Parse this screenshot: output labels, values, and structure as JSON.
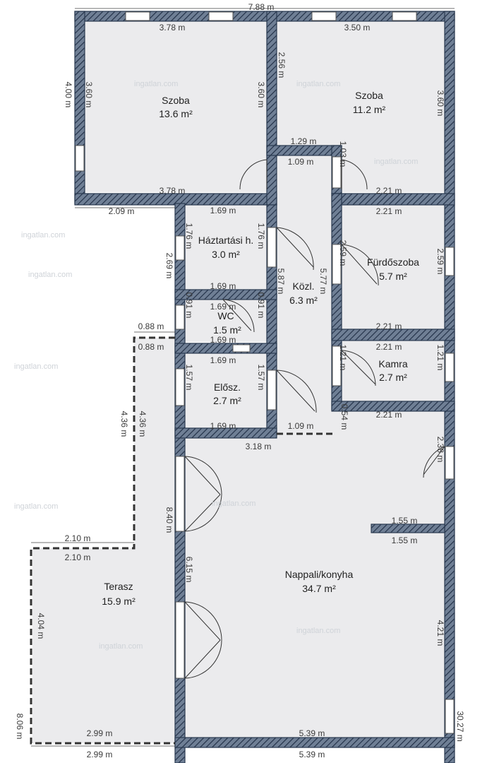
{
  "plan": {
    "overall_width": "7.88 m",
    "overall_height": "30.27 m",
    "left_total": "8.06 m",
    "watermark": "ingatlan.com",
    "colors": {
      "wall": "#5a6b82",
      "hatch": "#1f2d44",
      "floor": "#ebebed",
      "terrace_border": "#333333"
    }
  },
  "rooms": [
    {
      "id": "szoba1",
      "name": "Szoba",
      "area": "13.6 m²"
    },
    {
      "id": "szoba2",
      "name": "Szoba",
      "area": "11.2 m²"
    },
    {
      "id": "haztartasi",
      "name": "Háztartási h.",
      "area": "3.0 m²"
    },
    {
      "id": "kozl",
      "name": "Közl.",
      "area": "6.3 m²"
    },
    {
      "id": "furdo",
      "name": "Fürdőszoba",
      "area": "5.7 m²"
    },
    {
      "id": "wc",
      "name": "WC",
      "area": "1.5 m²"
    },
    {
      "id": "kamra",
      "name": "Kamra",
      "area": "2.7 m²"
    },
    {
      "id": "elosz",
      "name": "Elősz.",
      "area": "2.7 m²"
    },
    {
      "id": "nappali",
      "name": "Nappali/konyha",
      "area": "34.7 m²"
    },
    {
      "id": "terasz",
      "name": "Terasz",
      "area": "15.9 m²"
    }
  ],
  "dims": {
    "d378a": "3.78 m",
    "d350": "3.50 m",
    "d360a": "3.60 m",
    "d400": "4.00 m",
    "d360b": "3.60 m",
    "d256": "2.56 m",
    "d360c": "3.60 m",
    "d129": "1.29 m",
    "d109a": "1.09 m",
    "d103": "1.03 m",
    "d378b": "3.78 m",
    "d221a": "2.21 m",
    "d209": "2.09 m",
    "d169a": "1.69 m",
    "d221b": "2.21 m",
    "d176a": "1.76 m",
    "d176b": "1.76 m",
    "d259a": "2.59 m",
    "d259b": "2.59 m",
    "d269": "2.69 m",
    "d169b": "1.69 m",
    "d587": "5.87 m",
    "d577": "5.77 m",
    "d169c": "1.69 m",
    "d091a": "0.91 m",
    "d091b": "0.91 m",
    "d088a": "0.88 m",
    "d221c": "2.21 m",
    "d088b": "0.88 m",
    "d169d": "1.69 m",
    "d221d": "2.21 m",
    "d169e": "1.69 m",
    "d121a": "1.21 m",
    "d121b": "1.21 m",
    "d157a": "1.57 m",
    "d157b": "1.57 m",
    "d221e": "2.21 m",
    "d436a": "4.36 m",
    "d436b": "4.36 m",
    "d169f": "1.69 m",
    "d109b": "1.09 m",
    "d054": "0.54 m",
    "d318": "3.18 m",
    "d238": "2.38 m",
    "d155a": "1.55 m",
    "d155b": "1.55 m",
    "d210a": "2.10 m",
    "d840": "8.40 m",
    "d210b": "2.10 m",
    "d615": "6.15 m",
    "d404": "4.04 m",
    "d421": "4.21 m",
    "d299a": "2.99 m",
    "d539a": "5.39 m",
    "d299b": "2.99 m",
    "d539b": "5.39 m"
  }
}
